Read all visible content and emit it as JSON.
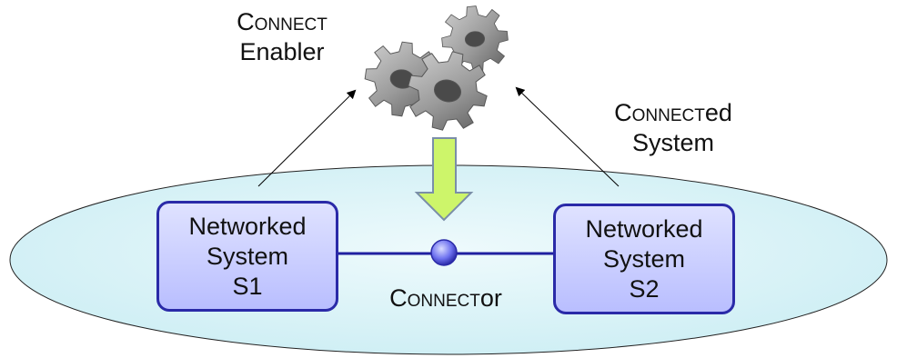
{
  "labels": {
    "enabler_line1": "Connect",
    "enabler_line2": "Enabler",
    "connected_line1_sc": "Connect",
    "connected_line1_suffix": "ed",
    "connected_line2": "System",
    "connector_sc": "Connect",
    "connector_suffix": "or"
  },
  "systems": [
    {
      "line1": "Networked",
      "line2": "System",
      "line3": "S1"
    },
    {
      "line1": "Networked",
      "line2": "System",
      "line3": "S2"
    }
  ],
  "icons": {
    "enabler": "gears-icon",
    "synthesis_arrow": "down-arrow-icon",
    "connector": "connector-node-icon"
  },
  "colors": {
    "ellipse_fill": "#d8f2f6",
    "box_border": "#2a2aa8",
    "link_line": "#2020a0",
    "down_arrow_fill": "#cdf56a",
    "down_arrow_stroke": "#7a8ea8",
    "gear_fill": "#9a9a9a"
  }
}
